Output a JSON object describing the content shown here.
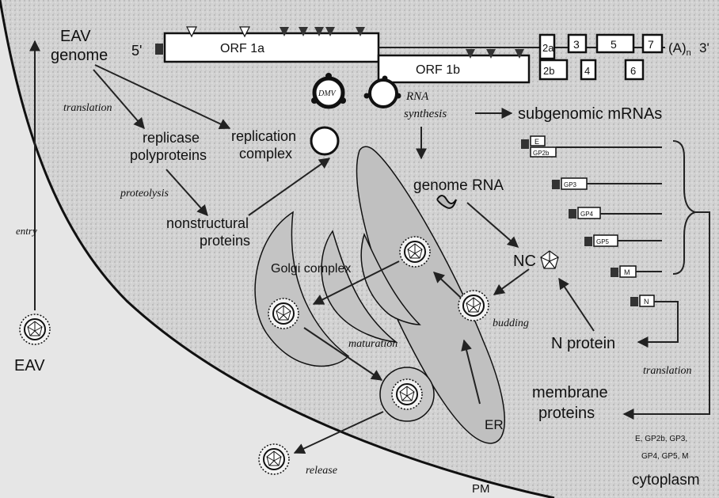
{
  "labels": {
    "eav_genome": [
      "EAV",
      "genome"
    ],
    "five_prime": "5'",
    "orf1a": "ORF 1a",
    "orf1b": "ORF 1b",
    "orf_boxes_top": [
      "2a",
      "3",
      "5",
      "7"
    ],
    "orf_boxes_bottom": [
      "2b",
      "4",
      "6"
    ],
    "poly_a": "(A)",
    "poly_a_n": "n",
    "three_prime": "3'",
    "dmv": "DMV",
    "translation_italic": "translation",
    "replicase_polyproteins": [
      "replicase",
      "polyproteins"
    ],
    "proteolysis": "proteolysis",
    "nonstructural_proteins": [
      "nonstructural",
      "proteins"
    ],
    "replication_complex": [
      "replication",
      "complex"
    ],
    "rna_synthesis": [
      "RNA",
      "synthesis"
    ],
    "subgenomic_mrnas": "subgenomic mRNAs",
    "genome_rna": "genome RNA",
    "entry": "entry",
    "eav": "EAV",
    "golgi_complex": "Golgi complex",
    "nc": "NC",
    "budding": "budding",
    "maturation": "maturation",
    "n_protein": "N protein",
    "translation_right": "translation",
    "membrane_proteins": [
      "membrane",
      "proteins"
    ],
    "er": "ER",
    "release": "release",
    "pm": "PM",
    "cytoplasm": "cytoplasm",
    "mrna_boxes": [
      "E",
      "GP2b",
      "GP3",
      "GP4",
      "GP5",
      "M",
      "N"
    ],
    "protein_list": [
      "E, GP2b, GP3,",
      "GP4, GP5, M"
    ]
  },
  "colors": {
    "background": "#ffffff",
    "cell_interior": "#d4d4d4",
    "organelle": "#c2c2c2",
    "ink": "#111111"
  }
}
